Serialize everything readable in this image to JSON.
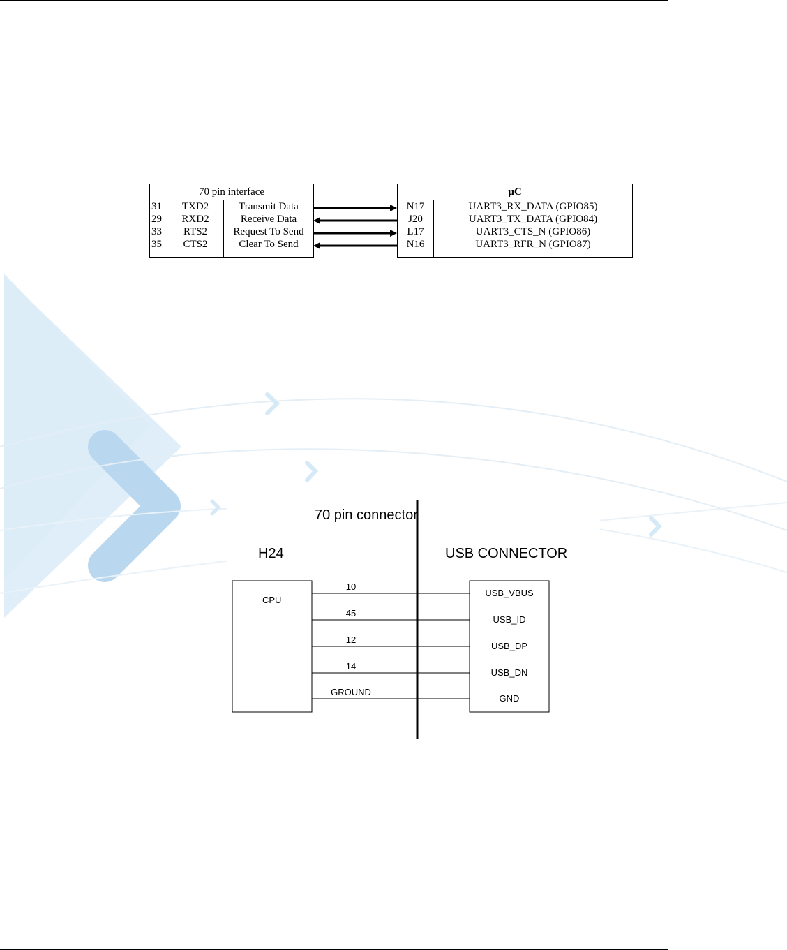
{
  "uart_diagram": {
    "left_block": {
      "title": "70 pin interface",
      "rows": [
        {
          "pin": "31",
          "signal": "TXD2",
          "description": "Transmit Data",
          "direction": "right"
        },
        {
          "pin": "29",
          "signal": "RXD2",
          "description": "Receive Data",
          "direction": "left"
        },
        {
          "pin": "33",
          "signal": "RTS2",
          "description": "Request To Send",
          "direction": "right"
        },
        {
          "pin": "35",
          "signal": "CTS2",
          "description": "Clear To Send",
          "direction": "left"
        }
      ]
    },
    "right_block": {
      "title": "µC",
      "rows": [
        {
          "ball": "N17",
          "signal": "UART3_RX_DATA (GPIO85)"
        },
        {
          "ball": "J20",
          "signal": "UART3_TX_DATA (GPIO84)"
        },
        {
          "ball": "L17",
          "signal": "UART3_CTS_N (GPIO86)"
        },
        {
          "ball": "N16",
          "signal": "UART3_RFR_N (GPIO87)"
        }
      ]
    }
  },
  "usb_diagram": {
    "connector_label": "70 pin connector",
    "left_title": "H24",
    "right_title": "USB CONNECTOR",
    "left_box_label": "CPU",
    "lines": [
      {
        "pin": "10",
        "signal": "USB_VBUS"
      },
      {
        "pin": "45",
        "signal": "USB_ID"
      },
      {
        "pin": "12",
        "signal": "USB_DP"
      },
      {
        "pin": "14",
        "signal": "USB_DN"
      },
      {
        "pin": "GROUND",
        "signal": "GND"
      }
    ]
  },
  "colors": {
    "watermark": "#d6e9f6",
    "watermark_dark": "#b9d8ef",
    "line": "#000000"
  }
}
